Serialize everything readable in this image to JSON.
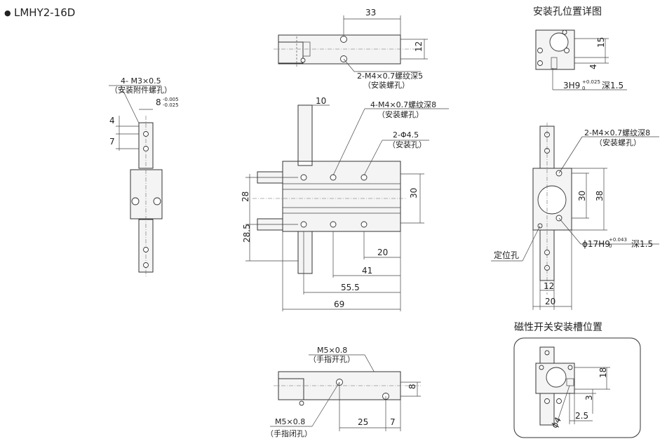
{
  "model": {
    "bullet": "●",
    "name": "LMHY2-16D"
  },
  "titles": {
    "mount_detail": "安装孔位置详图",
    "switch_slot": "磁性开关安装槽位置"
  },
  "top_view": {
    "dim_33": "33",
    "dim_12": "12",
    "callout_1": "2-M4×0.7螺纹深5",
    "callout_2": "（安装螺孔）"
  },
  "left_view": {
    "callout_1": "4- M3×0.5",
    "callout_2": "（安装附件螺孔）",
    "dim_8": "8",
    "tol_upper": "-0.005",
    "tol_lower": "-0.025",
    "dim_4": "4",
    "dim_7": "7"
  },
  "front_view": {
    "dim_10": "10",
    "callout_a1": "4-M4×0.7螺纹深8",
    "callout_a2": "（安装螺孔）",
    "callout_b1": "2-Φ4.5",
    "callout_b2": "（安装孔）",
    "dim_28": "28",
    "dim_28_5": "28.5",
    "dim_30": "30",
    "dim_20": "20",
    "dim_41": "41",
    "dim_55_5": "55.5",
    "dim_69": "69"
  },
  "mount_detail": {
    "dim_15": "15",
    "dim_4": "4",
    "bore": "3H9",
    "tol_upper": "+0.025",
    "tol_lower": "0",
    "depth": "深1.5"
  },
  "end_view": {
    "callout_1": "2-M4×0.7螺纹深8",
    "callout_2": "（安装螺孔）",
    "dim_30": "30",
    "dim_38": "38",
    "bore": "ϕ17H9",
    "tol_upper": "+0.043",
    "tol_lower": "0",
    "depth": "深1.5",
    "locating": "定位孔",
    "dim_12": "12",
    "dim_20": "20"
  },
  "bottom_view": {
    "callout_open_1": "M5×0.8",
    "callout_open_2": "（手指开孔）",
    "callout_close_1": "M5×0.8",
    "callout_close_2": "（手指闭孔）",
    "dim_8": "8",
    "dim_25": "25",
    "dim_7": "7"
  },
  "switch_view": {
    "dim_18": "18",
    "dim_3": "3",
    "dim_phi4": "ϕ4",
    "dim_2_5": "2.5"
  }
}
